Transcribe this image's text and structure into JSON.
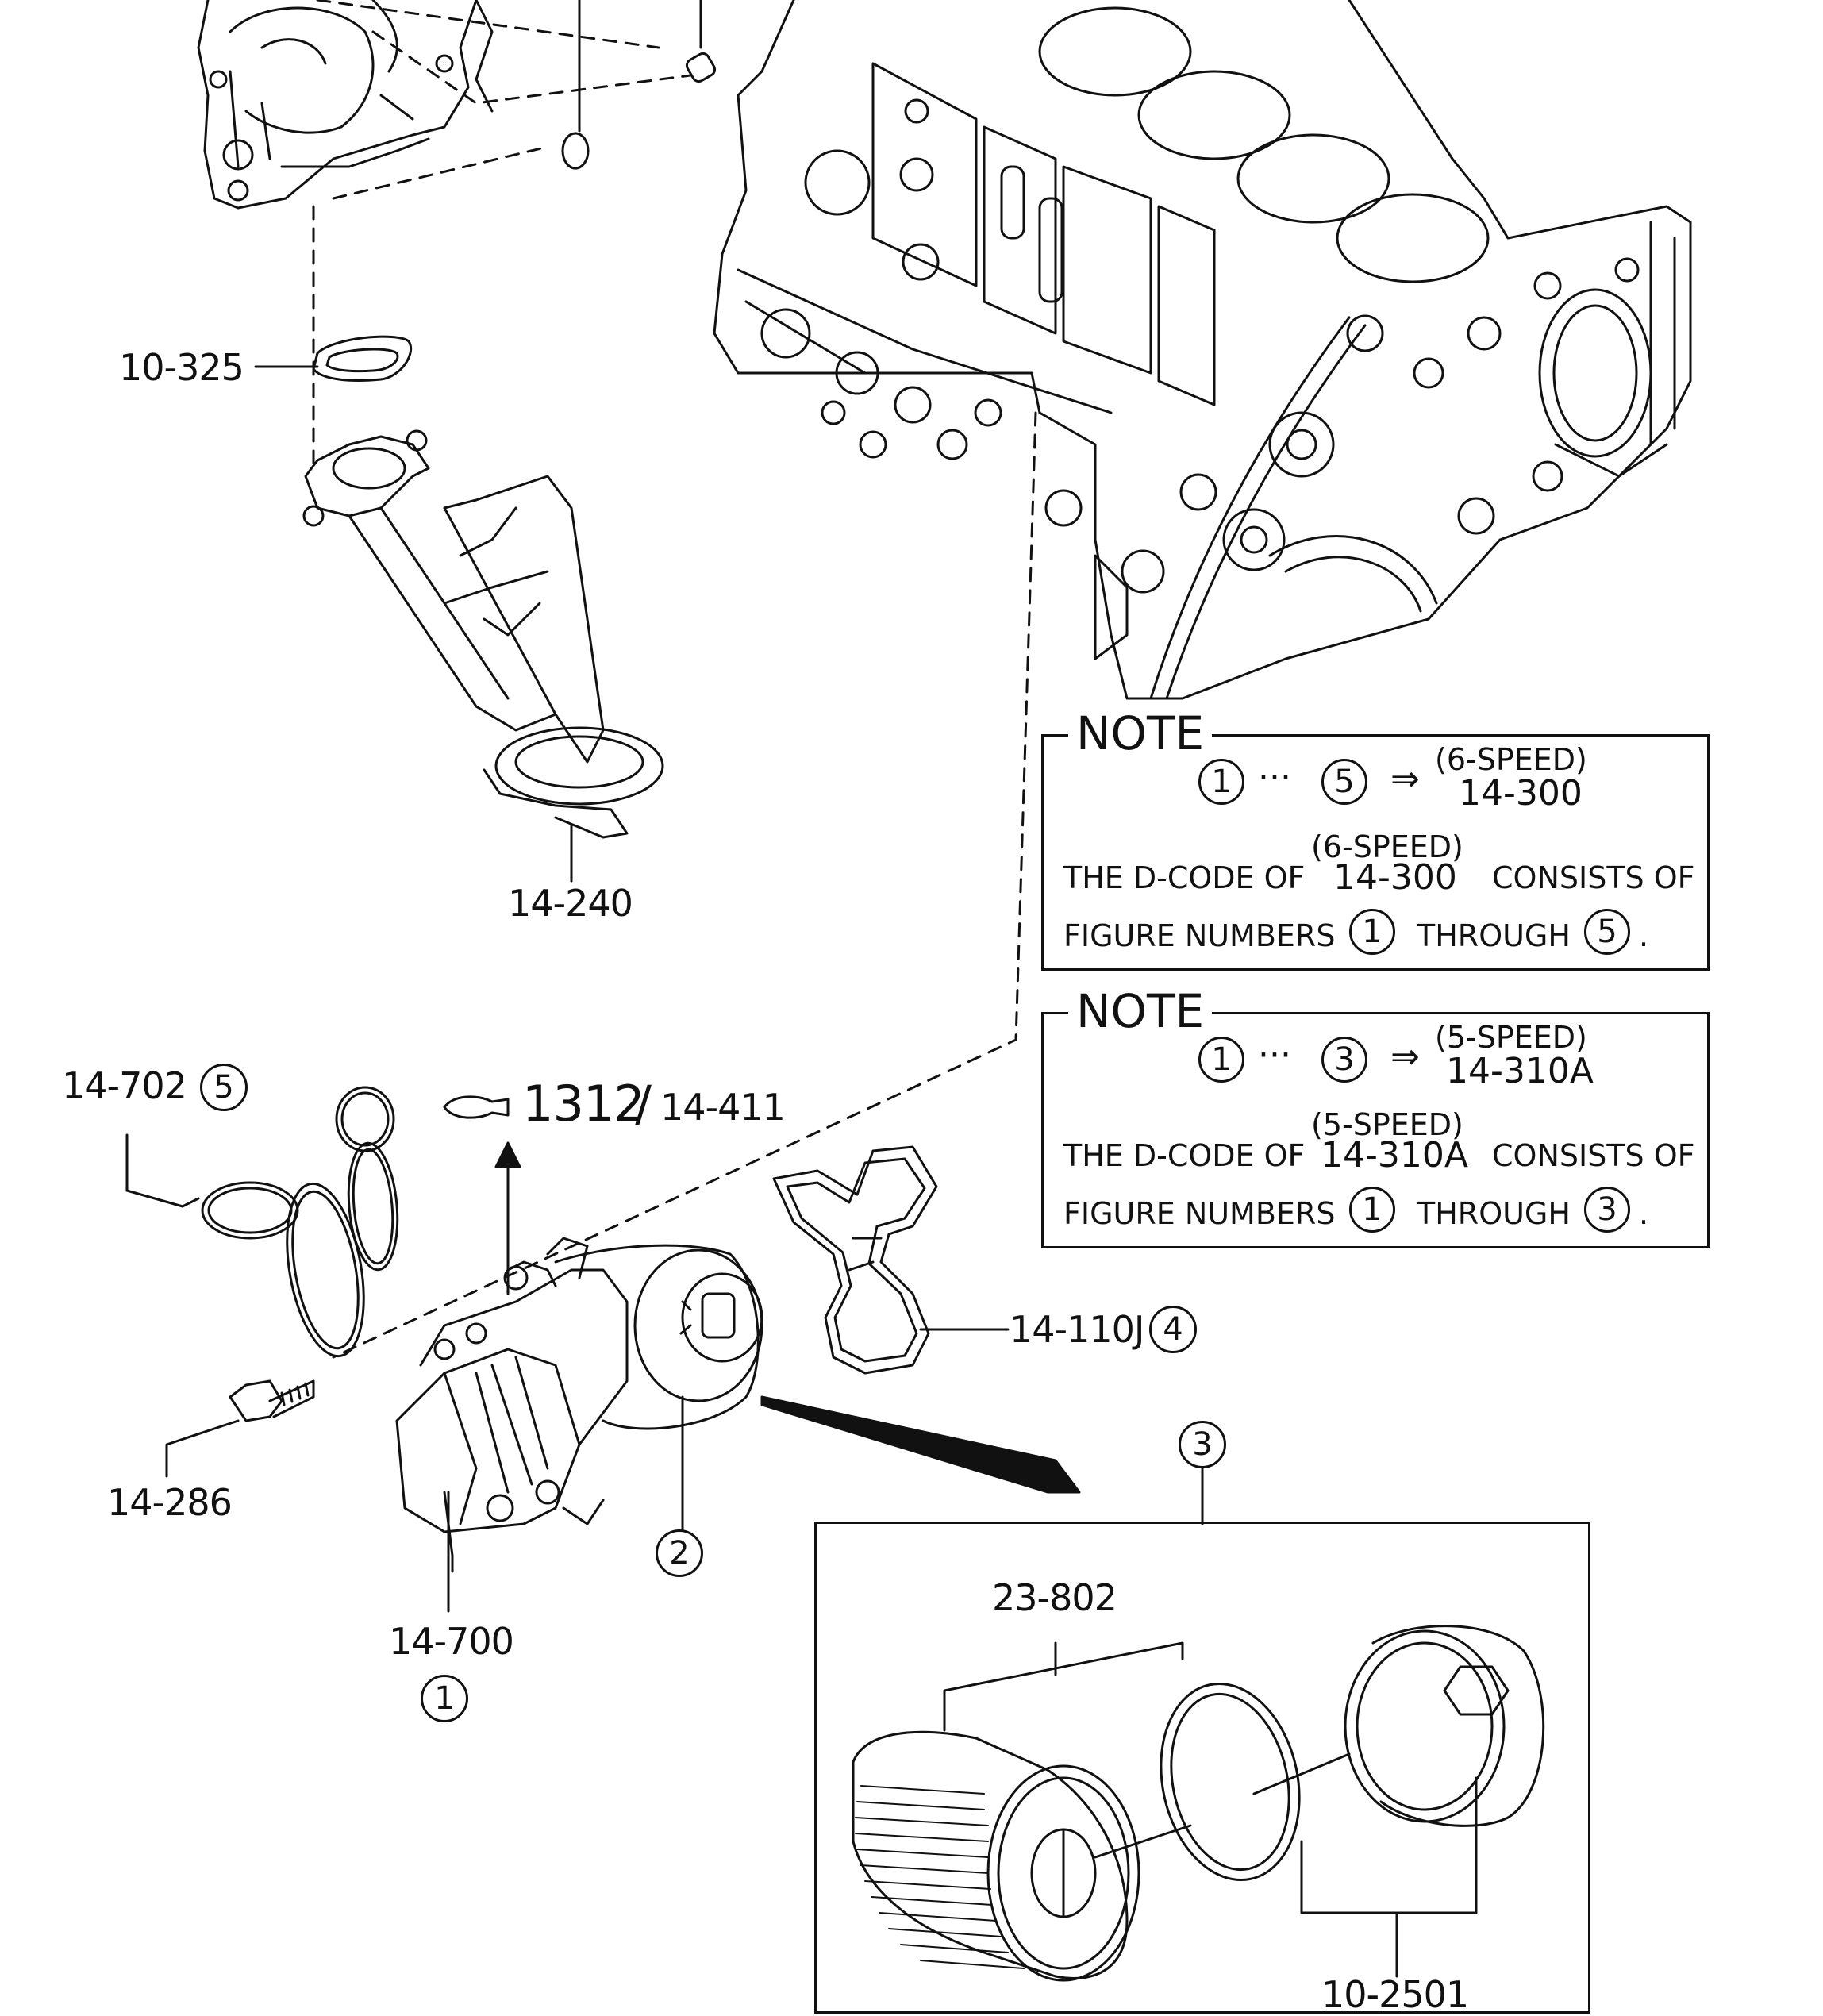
{
  "labels": {
    "p_10_325": "10-325",
    "p_14_240": "14-240",
    "p_14_702": "14-702",
    "p_1312": "1312",
    "p_14_411": "14-411",
    "p_14_110j": "14-110J",
    "p_14_286": "14-286",
    "p_14_700": "14-700",
    "p_23_802": "23-802",
    "p_10_2501": "10-2501"
  },
  "callouts": {
    "c1": "1",
    "c2": "2",
    "c3": "3",
    "c4": "4",
    "c5": "5"
  },
  "notes": [
    {
      "title": "NOTE",
      "range_from": "1",
      "range_to": "5",
      "dots": "···",
      "arrow": "⇒",
      "speed": "(6-SPEED)",
      "code": "14-300",
      "line1_prefix": "THE D-CODE OF",
      "line1_suffix": "CONSISTS OF",
      "line2_prefix": "FIGURE NUMBERS",
      "line2_middle": "THROUGH",
      "period": "."
    },
    {
      "title": "NOTE",
      "range_from": "1",
      "range_to": "3",
      "dots": "···",
      "arrow": "⇒",
      "speed": "(5-SPEED)",
      "code": "14-310A",
      "line1_prefix": "THE D-CODE OF",
      "line1_suffix": "CONSISTS OF",
      "line2_prefix": "FIGURE NUMBERS",
      "line2_middle": "THROUGH",
      "period": "."
    }
  ]
}
